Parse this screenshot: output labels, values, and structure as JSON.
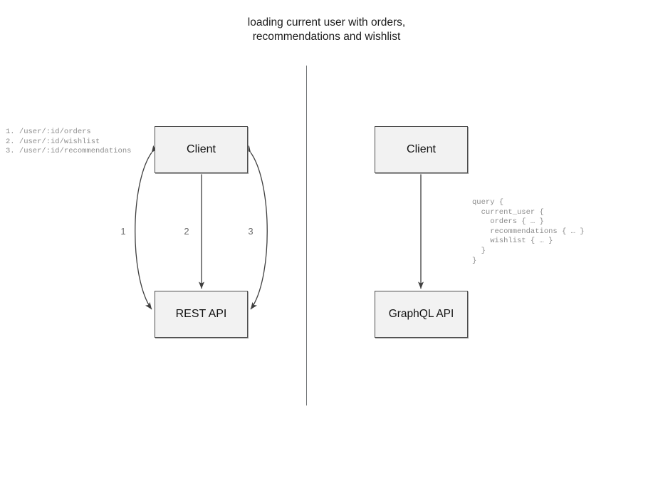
{
  "title": "loading current user with orders,\nrecommendations and wishlist",
  "divider": {
    "name": "vertical-divider"
  },
  "rest_side": {
    "client_label": "Client",
    "api_label": "REST API",
    "endpoints": "1. /user/:id/orders\n2. /user/:id/wishlist\n3. /user/:id/recommendations",
    "curve_labels": [
      "1",
      "2",
      "3"
    ]
  },
  "graphql_side": {
    "client_label": "Client",
    "api_label": "GraphQL API",
    "query": "query {\n  current_user {\n    orders { … }\n    recommendations { … }\n    wishlist { … }\n  }\n}"
  },
  "colors": {
    "box_fill": "#f2f2f2",
    "box_border": "#4d4d4d",
    "arrow": "#3f3f3f",
    "divider": "#6f7274",
    "muted_text": "#8d8d8d",
    "title_text": "#1b1b1b"
  }
}
